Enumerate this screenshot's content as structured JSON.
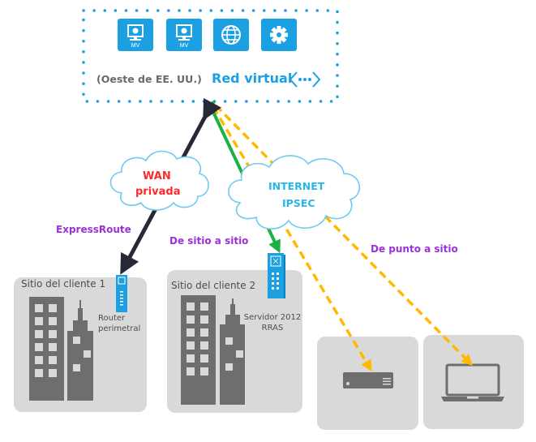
{
  "virtual_network": {
    "region": "(Oeste de EE. UU.)",
    "title": "Red virtual",
    "tiles": [
      {
        "icon": "virtual-machine-icon",
        "caption": "MV"
      },
      {
        "icon": "virtual-machine-icon",
        "caption": "MV"
      },
      {
        "icon": "globe-icon",
        "caption": ""
      },
      {
        "icon": "gear-icon",
        "caption": ""
      }
    ],
    "network_icon": "vnet-dots-icon"
  },
  "clouds": {
    "wan": {
      "line1": "WAN",
      "line2": "privada"
    },
    "internet": {
      "line1": "INTERNET",
      "line2": "IPSEC"
    }
  },
  "connections": {
    "expressroute": "ExpressRoute",
    "site_to_site": "De sitio a sitio",
    "point_to_site": "De punto a sitio"
  },
  "sites": {
    "site1": {
      "title": "Sitio del cliente 1",
      "device_label": [
        "Router",
        "perimetral"
      ]
    },
    "site2": {
      "title": "Sitio del cliente 2",
      "device_label": [
        "Servidor 2012",
        "RRAS"
      ]
    }
  },
  "endpoints": [
    {
      "icon": "server-icon"
    },
    {
      "icon": "laptop-icon"
    }
  ],
  "colors": {
    "azure_blue": "#1ba1e2",
    "cloud_outline": "#6ccbee",
    "wan_text": "#ff2a2a",
    "label_purple": "#9b30d9",
    "expressroute_line": "#262a36",
    "site_to_site_line": "#1db144",
    "point_to_site_line": "#ffb900",
    "site_bg": "#d9d9d9",
    "building": "#6e6e6e"
  }
}
